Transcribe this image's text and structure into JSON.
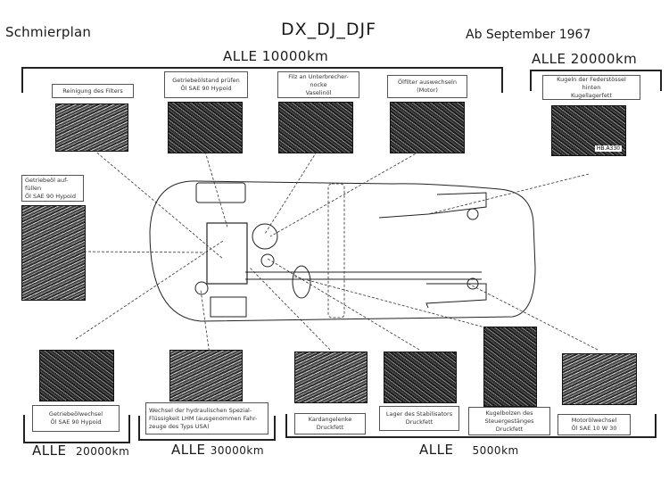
{
  "header": {
    "title_left": "Schmierplan",
    "title_center": "DX_DJ_DJF",
    "title_right": "Ab September 1967"
  },
  "intervals": {
    "top_10000": {
      "word": "ALLE",
      "km": "10000km"
    },
    "top_20000": {
      "word": "ALLE",
      "km": "20000km"
    },
    "bottom_20000": {
      "word": "ALLE",
      "km": "20000km"
    },
    "bottom_30000": {
      "word": "ALLE",
      "km": "30000km"
    },
    "bottom_5000": {
      "word": "ALLE",
      "km": "5000km"
    }
  },
  "service_points": {
    "top": [
      {
        "id": "air-filter",
        "lines": [
          "Reinigung des Filters"
        ]
      },
      {
        "id": "gearbox-level",
        "lines": [
          "Getriebeölstand prüfen",
          "Öl SAE 90 Hypoid"
        ]
      },
      {
        "id": "breaker-felt",
        "lines": [
          "Filz an Unterbrecher-",
          "nocke",
          "Vaselinöl"
        ]
      },
      {
        "id": "oil-filter",
        "lines": [
          "Ölfilter auswechseln",
          "(Motor)"
        ]
      },
      {
        "id": "spring-strut",
        "lines": [
          "Kugeln der Federstössel",
          "hinten",
          "Kugellagerfett"
        ],
        "photo_tag": "HB.A330"
      }
    ],
    "left": [
      {
        "id": "gearbox-topup",
        "lines": [
          "Getriebeöl auf-",
          "füllen",
          "Öl SAE 90 Hypoid"
        ]
      }
    ],
    "bottom": [
      {
        "id": "gearbox-change",
        "lines": [
          "Getriebeölwechsel",
          "Öl SAE 90 Hypoid"
        ]
      },
      {
        "id": "hydraulic-fluid",
        "lines": [
          "Wechsel der hydraulischen Spezial-",
          "Flüssigkeit LHM (ausgenommen Fahr-",
          "zeuge des Typs USA)"
        ]
      },
      {
        "id": "cardan-joints",
        "lines": [
          "Kardangelenke",
          "Druckfett"
        ]
      },
      {
        "id": "stabilizer-bearing",
        "lines": [
          "Lager des Stabilisators",
          "Druckfett"
        ]
      },
      {
        "id": "steering-ball-joints",
        "lines": [
          "Kugelbolzen des",
          "Steuergestänges",
          "Druckfett"
        ]
      },
      {
        "id": "engine-oil",
        "lines": [
          "Motorölwechsel",
          "Öl SAE 10 W 30"
        ]
      }
    ]
  }
}
